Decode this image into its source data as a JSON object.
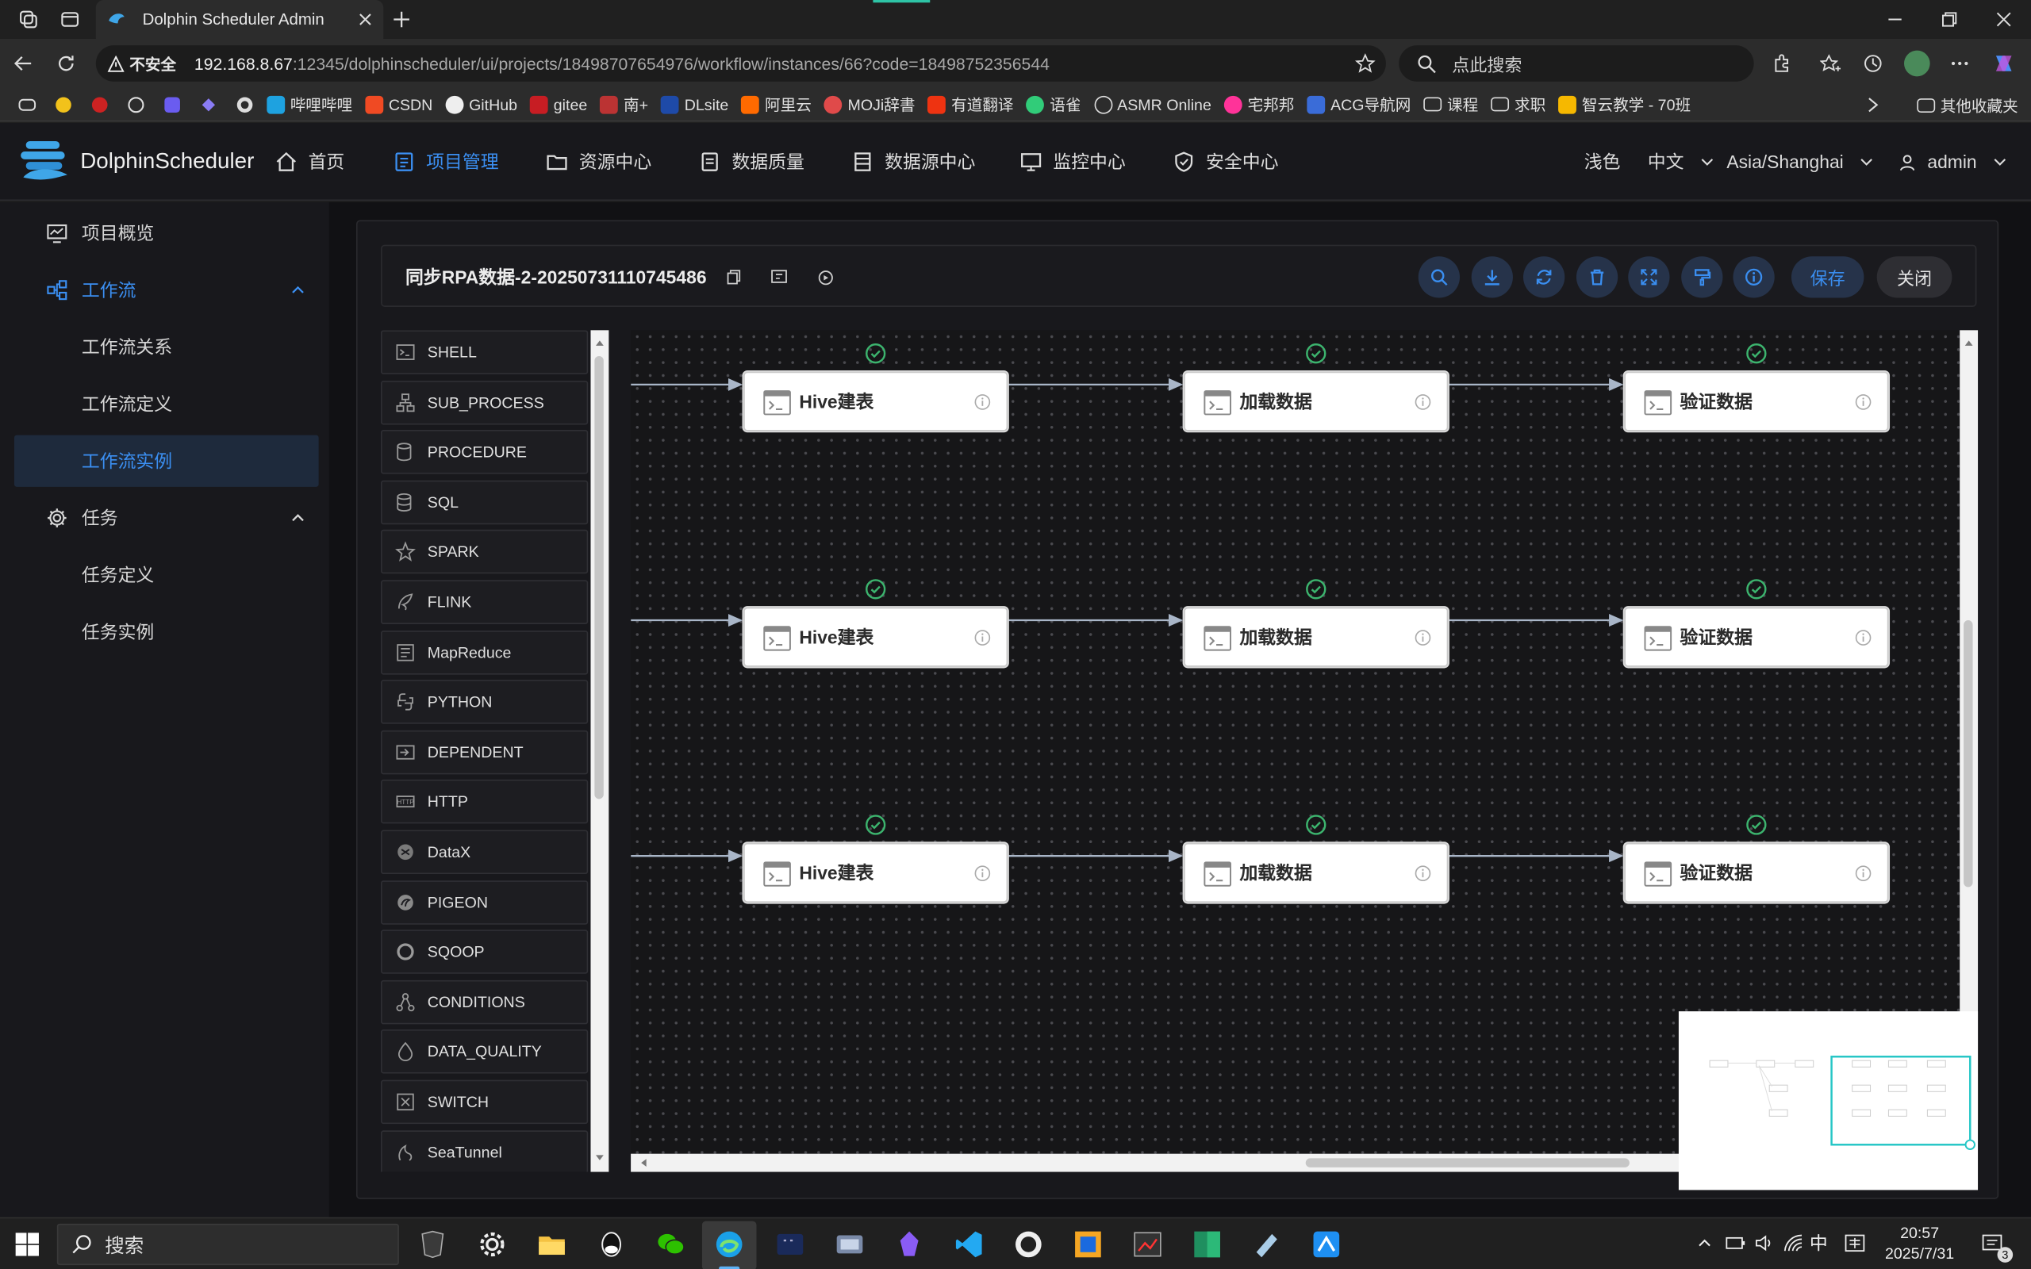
{
  "browser": {
    "tab_title": "Dolphin Scheduler Admin",
    "security_label": "不安全",
    "url_host": "192.168.8.67",
    "url_rest": ":12345/dolphinscheduler/ui/projects/18498707654976/workflow/instances/66?code=18498752356544",
    "search_placeholder": "点此搜索",
    "bookmarks": [
      "哔哩哔哩",
      "CSDN",
      "GitHub",
      "gitee",
      "南+",
      "DLsite",
      "阿里云",
      "MOJi辞書",
      "有道翻译",
      "语雀",
      "ASMR Online",
      "宅邦邦",
      "ACG导航网",
      "课程",
      "求职",
      "智云教学 - 70班"
    ],
    "bookmarks_other": "其他收藏夹"
  },
  "header": {
    "logo": "DolphinScheduler",
    "nav": [
      "首页",
      "项目管理",
      "资源中心",
      "数据质量",
      "数据源中心",
      "监控中心",
      "安全中心"
    ],
    "nav_active": "项目管理",
    "theme": "浅色",
    "language": "中文",
    "timezone": "Asia/Shanghai",
    "user": "admin"
  },
  "sidebar": {
    "project_overview": "项目概览",
    "workflow": "工作流",
    "workflow_children": [
      "工作流关系",
      "工作流定义",
      "工作流实例"
    ],
    "workflow_active": "工作流实例",
    "task": "任务",
    "task_children": [
      "任务定义",
      "任务实例"
    ]
  },
  "toolbar": {
    "title": "同步RPA数据-2-20250731110745486",
    "save": "保存",
    "close": "关闭"
  },
  "palette": [
    "SHELL",
    "SUB_PROCESS",
    "PROCEDURE",
    "SQL",
    "SPARK",
    "FLINK",
    "MapReduce",
    "PYTHON",
    "DEPENDENT",
    "HTTP",
    "DataX",
    "PIGEON",
    "SQOOP",
    "CONDITIONS",
    "DATA_QUALITY",
    "SWITCH",
    "SeaTunnel"
  ],
  "dag": {
    "rows": [
      [
        "Hive建表",
        "加载数据",
        "验证数据"
      ],
      [
        "Hive建表",
        "加载数据",
        "验证数据"
      ],
      [
        "Hive建表",
        "加载数据",
        "验证数据"
      ]
    ],
    "status": "success"
  },
  "taskbar": {
    "search": "搜索",
    "ime": "中",
    "time": "20:57",
    "date": "2025/7/31",
    "notifications": "3"
  },
  "colors": {
    "accent": "#3b8ff2",
    "success": "#3cb46e",
    "node_bg": "#ffffff"
  }
}
